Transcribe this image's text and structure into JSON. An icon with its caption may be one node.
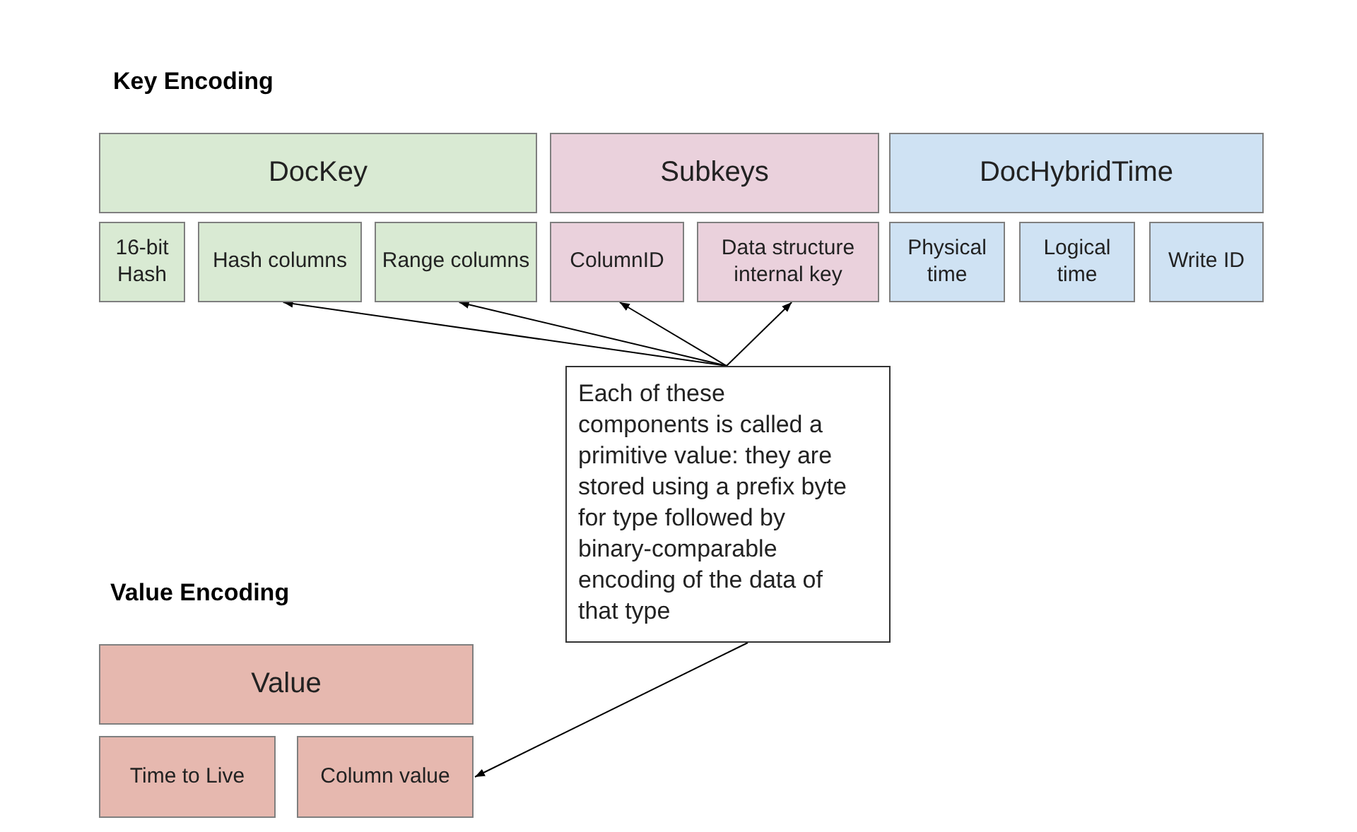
{
  "diagram": {
    "nodes": [
      {
        "text": [
          "DocKey"
        ]
      },
      {
        "text": [
          "Subkeys"
        ]
      },
      {
        "text": [
          "DocHybridTime"
        ]
      },
      {
        "text": [
          "16-bit Hash"
        ]
      },
      {
        "text": [
          "Hash columns"
        ]
      },
      {
        "text": [
          "Range columns"
        ]
      },
      {
        "text": [
          "ColumnID"
        ]
      },
      {
        "text": [
          "Data structure internal key"
        ]
      },
      {
        "text": [
          "Physical time"
        ]
      },
      {
        "text": [
          "Logical time"
        ]
      },
      {
        "text": [
          "Write ID"
        ]
      },
      {
        "text": [
          "Each of these components is called a primitive value: they are stored using a prefix byte for type followed by binary-comparable encoding of the data of that type"
        ]
      },
      {
        "text": [
          "Value"
        ]
      },
      {
        "text": [
          "Time to Live"
        ]
      },
      {
        "text": [
          "Column value"
        ]
      }
    ],
    "edges": [
      {
        "from": 11,
        "to": 4,
        "arrow": "to"
      },
      {
        "from": 11,
        "to": 5,
        "arrow": "to"
      },
      {
        "from": 11,
        "to": 6,
        "arrow": "to"
      },
      {
        "from": 11,
        "to": 7,
        "arrow": "to"
      },
      {
        "from": 11,
        "to": 14,
        "arrow": "to"
      }
    ],
    "labels": [
      "Key Encoding",
      "Value Encoding"
    ]
  }
}
